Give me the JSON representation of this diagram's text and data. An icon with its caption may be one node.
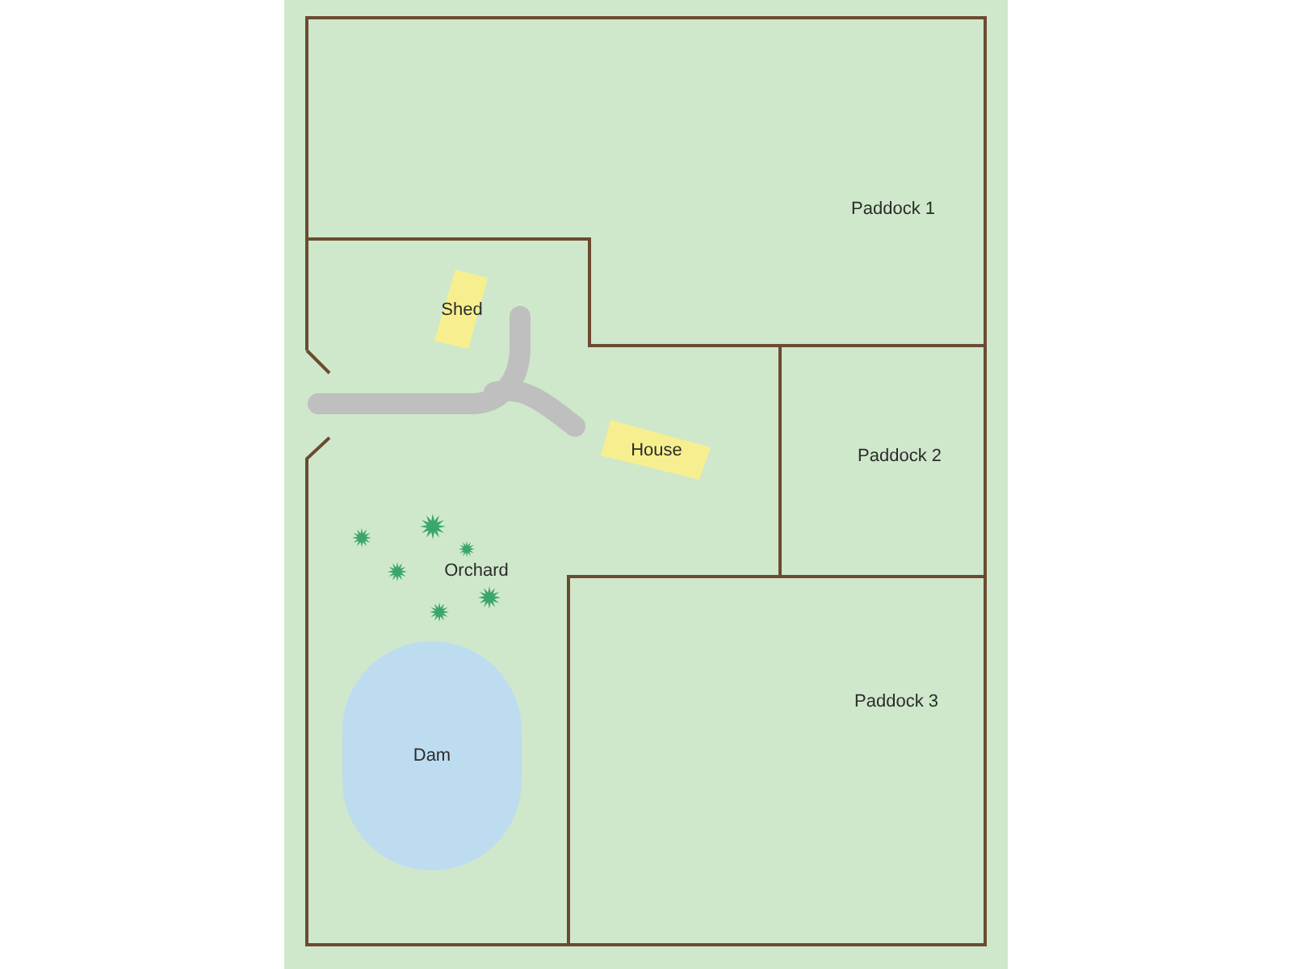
{
  "diagram": {
    "nodes": [
      {
        "text": [
          "Shed"
        ]
      },
      {
        "text": [
          "House"
        ]
      },
      {
        "text": [
          "Dam"
        ]
      }
    ],
    "labels": [
      "Paddock 1",
      "Paddock 2",
      "Orchard",
      "Paddock 3"
    ]
  }
}
